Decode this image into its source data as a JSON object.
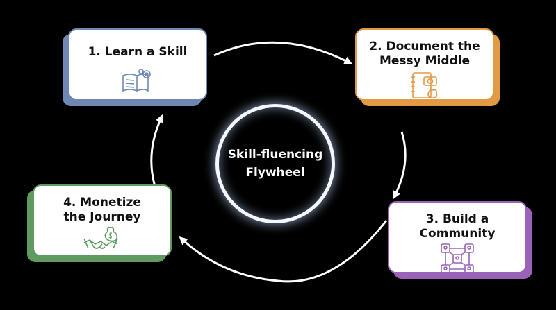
{
  "center": {
    "title": "Skill-fluencing\nFlywheel"
  },
  "steps": [
    {
      "title": "1. Learn a Skill",
      "icon": "book-gear-icon",
      "color": "#6f88b3"
    },
    {
      "title": "2. Document the\nMessy Middle",
      "icon": "notebook-camera-icon",
      "color": "#e39a45"
    },
    {
      "title": "3. Build a\nCommunity",
      "icon": "community-network-icon",
      "color": "#9a63b8"
    },
    {
      "title": "4. Monetize\nthe Journey",
      "icon": "handshake-money-icon",
      "color": "#5f9a62"
    }
  ]
}
